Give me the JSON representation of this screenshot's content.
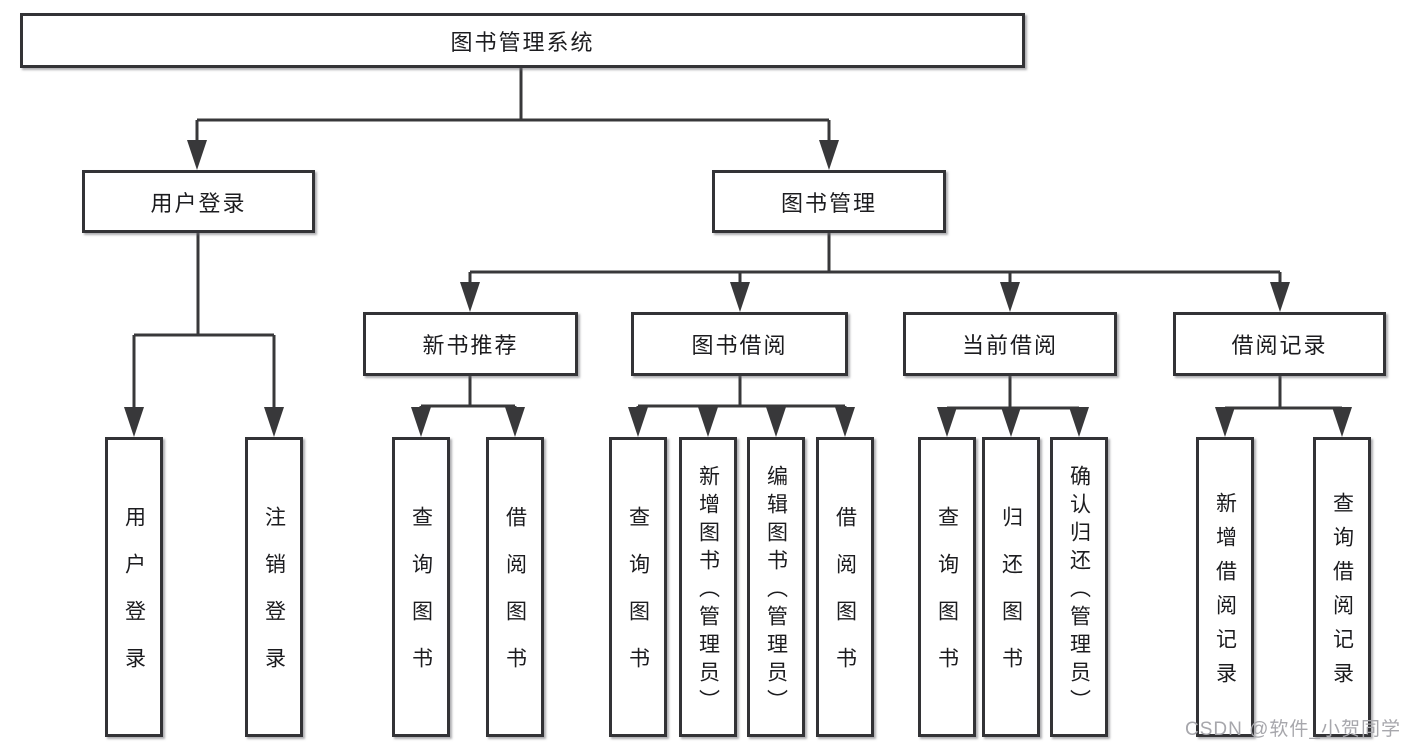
{
  "diagram": {
    "title": "图书管理系统",
    "watermark": "CSDN @软件_小贺同学",
    "nodes": {
      "root": {
        "label": "图书管理系统"
      },
      "user_login": {
        "label": "用户登录"
      },
      "book_mgmt": {
        "label": "图书管理"
      },
      "new_book_rec": {
        "label": "新书推荐"
      },
      "book_borrow": {
        "label": "图书借阅"
      },
      "current_borrow": {
        "label": "当前借阅"
      },
      "borrow_records": {
        "label": "借阅记录"
      },
      "user_login_leaf": {
        "label": "用户登录"
      },
      "logout_leaf": {
        "label": "注销登录"
      },
      "nbr_query": {
        "label": "查询图书"
      },
      "nbr_borrow": {
        "label": "借阅图书"
      },
      "bb_query": {
        "label": "查询图书"
      },
      "bb_add": {
        "label": "新增图书（管理员）"
      },
      "bb_edit": {
        "label": "编辑图书（管理员）"
      },
      "bb_borrow": {
        "label": "借阅图书"
      },
      "cb_query": {
        "label": "查询图书"
      },
      "cb_return": {
        "label": "归还图书"
      },
      "cb_confirm": {
        "label": "确认归还（管理员）"
      },
      "br_add": {
        "label": "新增借阅记录"
      },
      "br_query": {
        "label": "查询借阅记录"
      }
    },
    "hierarchy": {
      "图书管理系统": [
        "用户登录",
        "图书管理"
      ],
      "用户登录": [
        "用户登录",
        "注销登录"
      ],
      "图书管理": [
        "新书推荐",
        "图书借阅",
        "当前借阅",
        "借阅记录"
      ],
      "新书推荐": [
        "查询图书",
        "借阅图书"
      ],
      "图书借阅": [
        "查询图书",
        "新增图书（管理员）",
        "编辑图书（管理员）",
        "借阅图书"
      ],
      "当前借阅": [
        "查询图书",
        "归还图书",
        "确认归还（管理员）"
      ],
      "借阅记录": [
        "新增借阅记录",
        "查询借阅记录"
      ]
    },
    "colors": {
      "line": "#38383a",
      "box_border": "#333336",
      "text": "#1c1c1f",
      "watermark": "#a7a7ac",
      "background": "#ffffff"
    }
  }
}
